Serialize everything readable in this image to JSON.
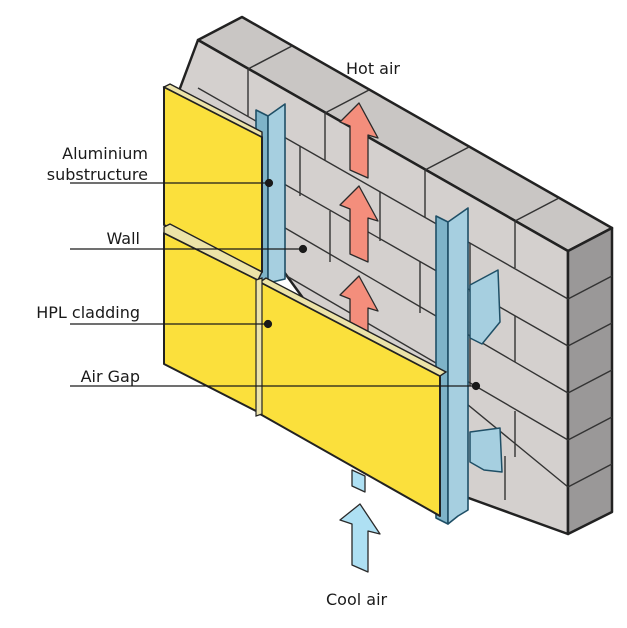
{
  "labels": {
    "hot_air": "Hot air",
    "aluminium_line1": "Aluminium",
    "aluminium_line2": "substructure",
    "wall": "Wall",
    "hpl_cladding": "HPL cladding",
    "air_gap": "Air Gap",
    "cool_air": "Cool air"
  },
  "colors": {
    "brick_front": "#d4d0ce",
    "brick_top": "#c9c6c4",
    "brick_side": "#9a9898",
    "mortar": "#2a2a2a",
    "panel_yellow": "#fbe03c",
    "panel_seam": "#ece3a8",
    "rail_blue": "#a6cfe0",
    "rail_blue_dark": "#7eb3c8",
    "hot_arrow": "#f48e7c",
    "cool_arrow": "#aee0f3"
  }
}
